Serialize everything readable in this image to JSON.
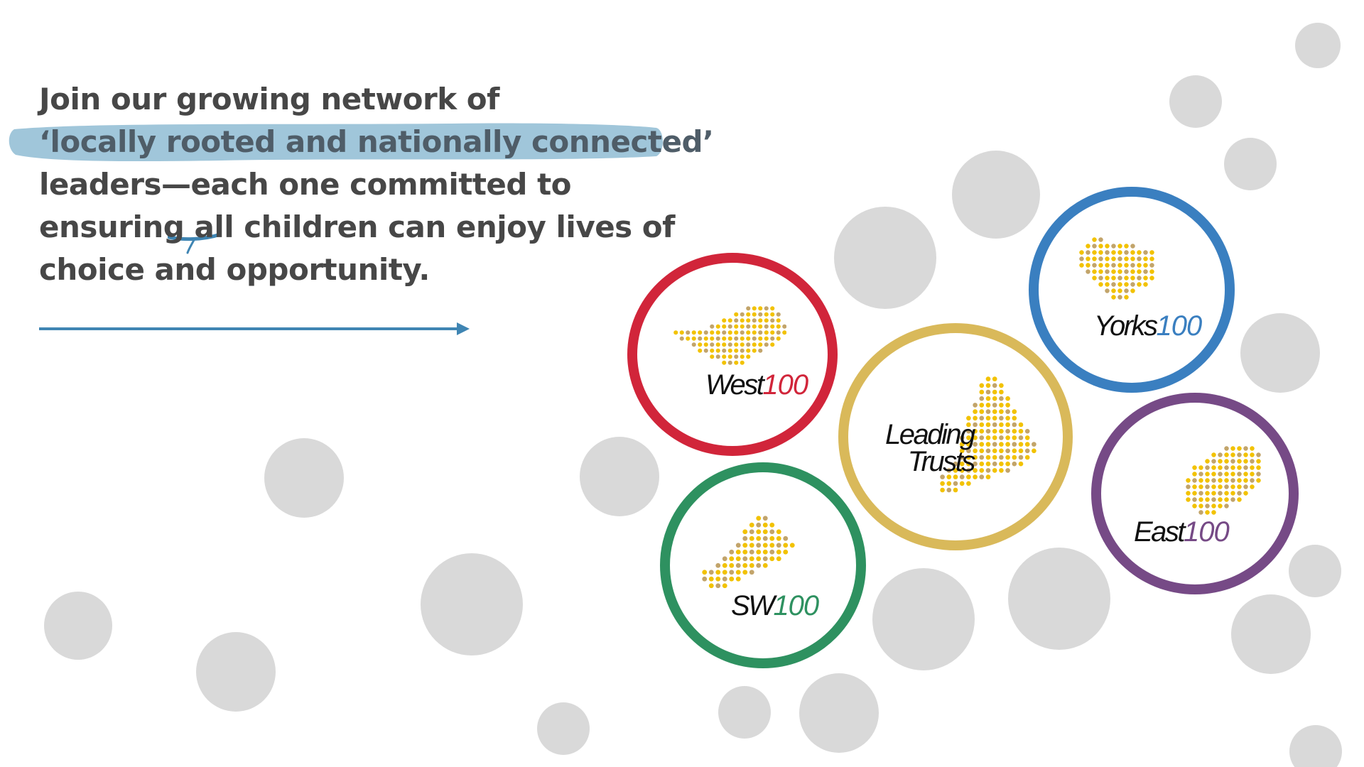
{
  "intro": {
    "line1": "Join our growing network of",
    "line2": "‘locally rooted and nationally connected’",
    "line3": "leaders—each one committed to",
    "line4_pre": "ensuring ",
    "line4_emph": "all",
    "line4_post": " children can enjoy lives of",
    "line5": "choice and opportunity."
  },
  "colors": {
    "text": "#474747",
    "highlight": "#8fbcd4",
    "arrow": "#3f85b3",
    "bubble": "#d9d9d9",
    "map_dot_yellow": "#f2c200",
    "map_dot_tan": "#c2a46a"
  },
  "programmes": {
    "west": {
      "name": "West",
      "number": "100",
      "color": "#d1253a"
    },
    "yorks": {
      "name": "Yorks",
      "number": "100",
      "color": "#3a7fc0"
    },
    "leading_trusts": {
      "line1": "Leading",
      "line2": "Trusts",
      "color": "#d9b95a"
    },
    "east": {
      "name": "East",
      "number": "100",
      "color": "#764a86"
    },
    "sw": {
      "name": "SW",
      "number": "100",
      "color": "#2e9160"
    }
  }
}
